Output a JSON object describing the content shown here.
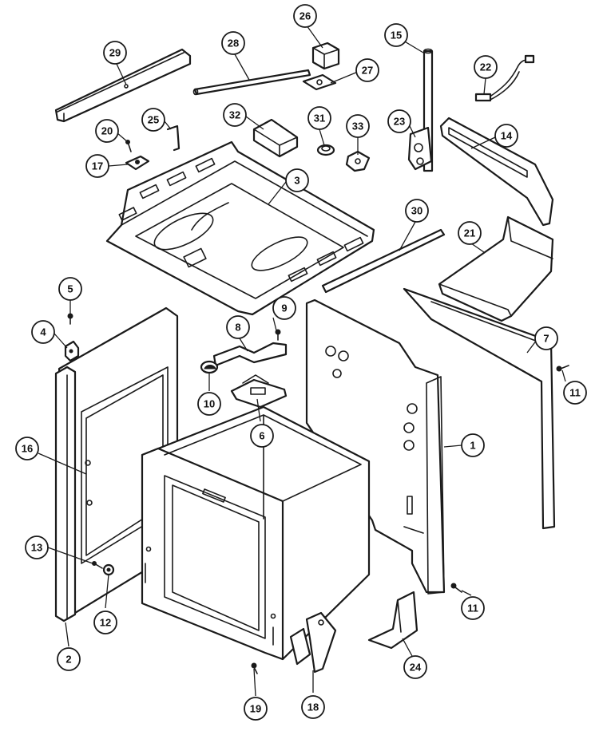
{
  "callouts": [
    {
      "id": "c1",
      "number": "1"
    },
    {
      "id": "c2",
      "number": "2"
    },
    {
      "id": "c3",
      "number": "3"
    },
    {
      "id": "c4",
      "number": "4"
    },
    {
      "id": "c5",
      "number": "5"
    },
    {
      "id": "c6",
      "number": "6"
    },
    {
      "id": "c7",
      "number": "7"
    },
    {
      "id": "c8",
      "number": "8"
    },
    {
      "id": "c9",
      "number": "9"
    },
    {
      "id": "c10",
      "number": "10"
    },
    {
      "id": "c11a",
      "number": "11"
    },
    {
      "id": "c11b",
      "number": "11"
    },
    {
      "id": "c12",
      "number": "12"
    },
    {
      "id": "c13",
      "number": "13"
    },
    {
      "id": "c14",
      "number": "14"
    },
    {
      "id": "c15",
      "number": "15"
    },
    {
      "id": "c16",
      "number": "16"
    },
    {
      "id": "c17",
      "number": "17"
    },
    {
      "id": "c18",
      "number": "18"
    },
    {
      "id": "c19",
      "number": "19"
    },
    {
      "id": "c20",
      "number": "20"
    },
    {
      "id": "c21",
      "number": "21"
    },
    {
      "id": "c22",
      "number": "22"
    },
    {
      "id": "c23",
      "number": "23"
    },
    {
      "id": "c24",
      "number": "24"
    },
    {
      "id": "c25",
      "number": "25"
    },
    {
      "id": "c26",
      "number": "26"
    },
    {
      "id": "c27",
      "number": "27"
    },
    {
      "id": "c28",
      "number": "28"
    },
    {
      "id": "c29",
      "number": "29"
    },
    {
      "id": "c30",
      "number": "30"
    },
    {
      "id": "c31",
      "number": "31"
    },
    {
      "id": "c32",
      "number": "32"
    },
    {
      "id": "c33",
      "number": "33"
    }
  ]
}
